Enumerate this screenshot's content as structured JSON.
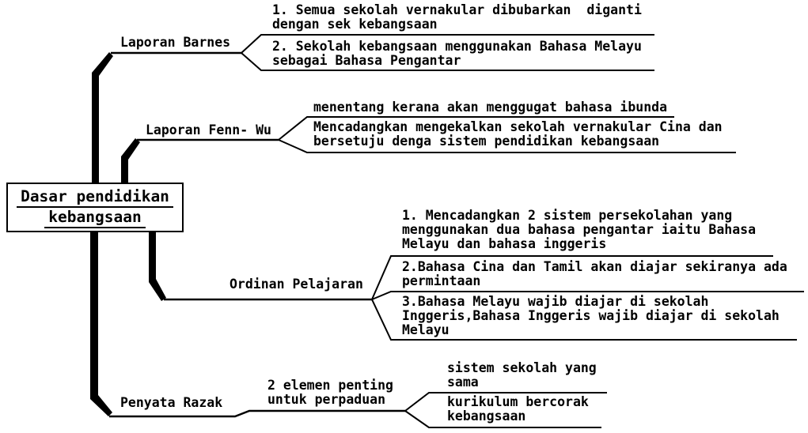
{
  "colors": {
    "background": "#ffffff",
    "line": "#000000",
    "text": "#000000"
  },
  "mindmap": {
    "root": {
      "line1": "Dasar pendidikan",
      "line2": "kebangsaan"
    },
    "branches": [
      {
        "label": "Laporan Barnes",
        "children": [
          {
            "text": "1. Semua sekolah vernakular dibubarkan  diganti\ndengan sek kebangsaan"
          },
          {
            "text": "2. Sekolah kebangsaan menggunakan Bahasa Melayu\nsebagai Bahasa Pengantar"
          }
        ]
      },
      {
        "label": "Laporan Fenn- Wu",
        "children": [
          {
            "text": "menentang kerana akan menggugat bahasa ibunda"
          },
          {
            "text": "Mencadangkan mengekalkan sekolah vernakular Cina dan\nbersetuju denga sistem pendidikan kebangsaan"
          }
        ]
      },
      {
        "label": "Ordinan Pelajaran",
        "children": [
          {
            "text": "1. Mencadangkan 2 sistem persekolahan yang\nmenggunakan dua bahasa pengantar iaitu Bahasa\nMelayu dan bahasa inggeris"
          },
          {
            "text": "2.Bahasa Cina dan Tamil akan diajar sekiranya ada\npermintaan"
          },
          {
            "text": "3.Bahasa Melayu wajib diajar di sekolah\nInggeris,Bahasa Inggeris wajib diajar di sekolah\nMelayu"
          }
        ]
      },
      {
        "label": "Penyata Razak",
        "connector_label": "2 elemen penting\nuntuk perpaduan",
        "children": [
          {
            "text": "sistem sekolah yang\nsama"
          },
          {
            "text": "kurikulum bercorak\nkebangsaan"
          }
        ]
      }
    ]
  }
}
